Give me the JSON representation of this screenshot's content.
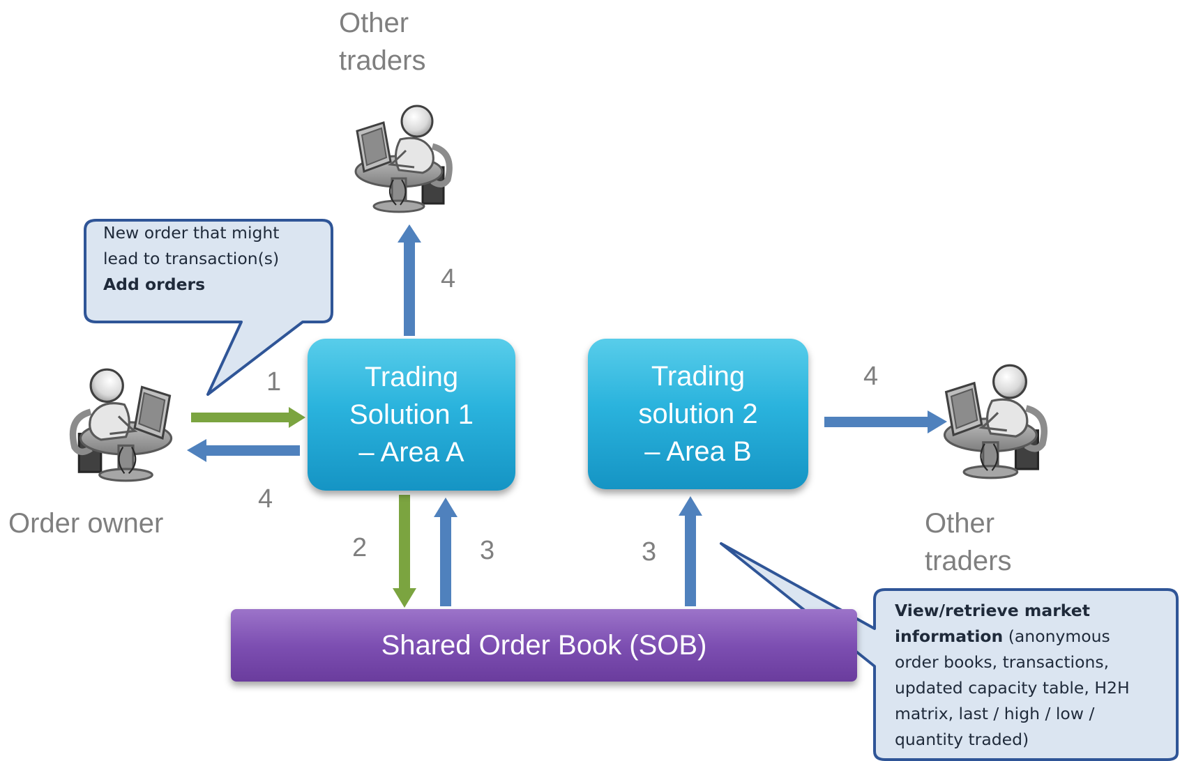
{
  "colors": {
    "trading_box": "#2ab3dd",
    "sob_box": "#7d4fb2",
    "arrow_green": "#7ba440",
    "arrow_blue": "#4f81bd",
    "callout_fill": "#dbe5f1",
    "callout_border": "#2f5597",
    "label_gray": "#7f7f7f"
  },
  "actors": {
    "top": {
      "icon": "trader-at-computer-icon",
      "label_line1": "Other",
      "label_line2": "traders"
    },
    "left": {
      "icon": "trader-at-computer-icon",
      "label": "Order owner"
    },
    "right": {
      "icon": "trader-at-computer-icon",
      "label_line1": "Other",
      "label_line2": "traders"
    }
  },
  "boxes": {
    "trading_solution_1": {
      "line1": "Trading",
      "line2": "Solution 1",
      "line3": "– Area A"
    },
    "trading_solution_2": {
      "line1": "Trading",
      "line2": "solution 2",
      "line3": "– Area B"
    },
    "sob": {
      "label": "Shared Order Book (SOB)"
    }
  },
  "step_numbers": {
    "to_ts1": "1",
    "back_to_owner": "4",
    "up_to_top_traders": "4",
    "to_right_traders": "4",
    "ts1_to_sob": "2",
    "sob_to_ts1": "3",
    "sob_to_ts2": "3"
  },
  "callouts": {
    "add_orders": {
      "line1": "New order that might",
      "line2": "lead to transaction(s)",
      "bold": "Add orders"
    },
    "view_market": {
      "bold_line1": "View/retrieve market",
      "bold_line2": "information",
      "rest_line2": " (anonymous",
      "line3": "order books, transactions,",
      "line4": "updated capacity table, H2H",
      "line5": "matrix, last / high / low /",
      "line6": "quantity traded)"
    }
  }
}
